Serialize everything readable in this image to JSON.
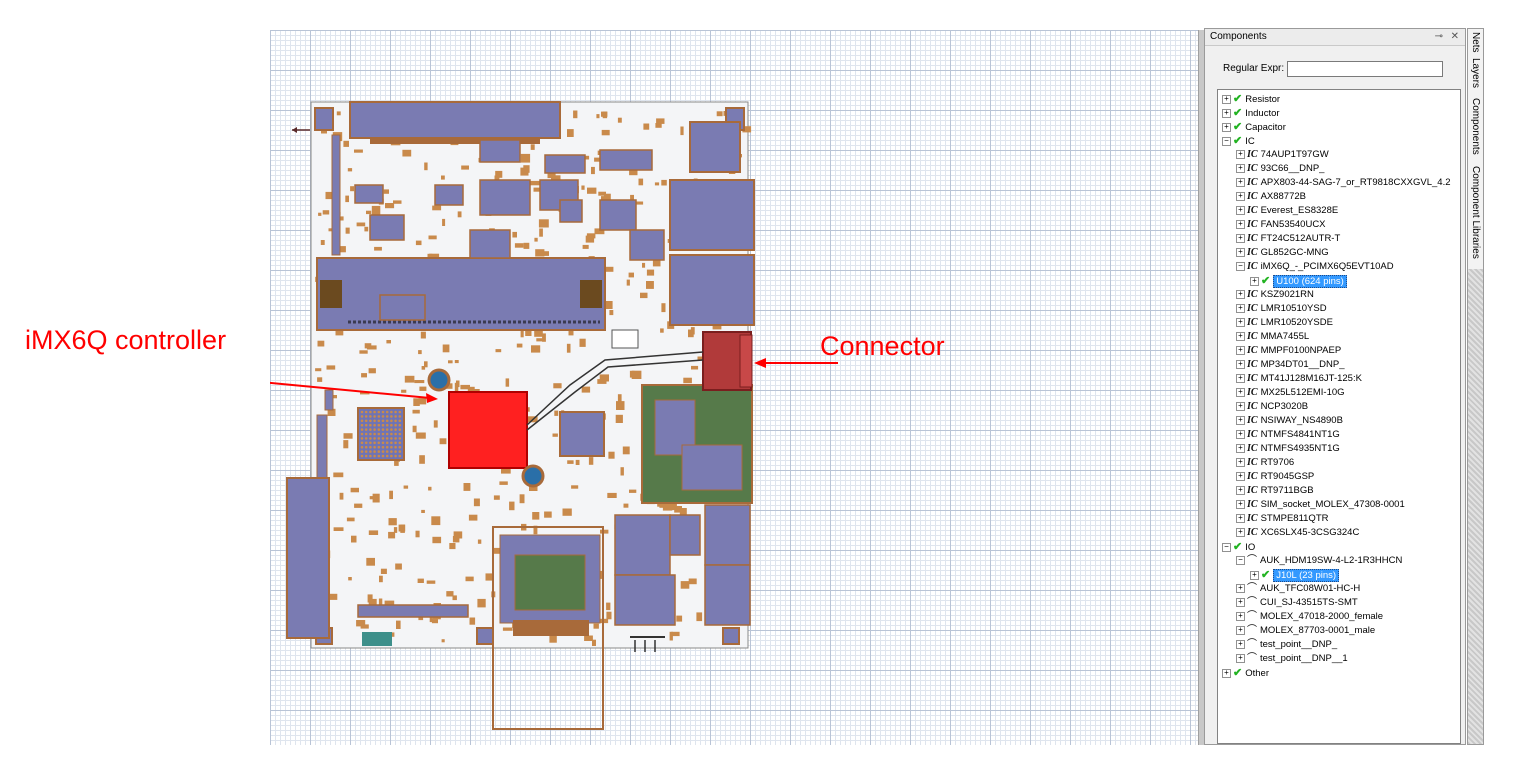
{
  "annotations": {
    "controller": "iMX6Q controller",
    "connector": "Connector"
  },
  "panel": {
    "title": "Components",
    "pin_icon": "pin-icon",
    "close_icon": "close-icon",
    "regex_label": "Regular Expr:",
    "regex_value": ""
  },
  "tree": {
    "categories": {
      "resistor": "Resistor",
      "inductor": "Inductor",
      "capacitor": "Capacitor",
      "ic": "IC",
      "io": "IO",
      "other": "Other"
    },
    "ic_items": [
      "74AUP1T97GW",
      "93C66__DNP_",
      "APX803-44-SAG-7_or_RT9818CXXGVL_4.2",
      "AX88772B",
      "Everest_ES8328E",
      "FAN53540UCX",
      "FT24C512AUTR-T",
      "GL852GC-MNG",
      "iMX6Q_-_PCIMX6Q5EVT10AD",
      "KSZ9021RN",
      "LMR10510YSD",
      "LMR10520YSDE",
      "MMA7455L",
      "MMPF0100NPAEP",
      "MP34DT01__DNP_",
      "MT41J128M16JT-125:K",
      "MX25L512EMI-10G",
      "NCP3020B",
      "NSIWAY_NS4890B",
      "NTMFS4841NT1G",
      "NTMFS4935NT1G",
      "RT9706",
      "RT9045GSP",
      "RT9711BGB",
      "SIM_socket_MOLEX_47308-0001",
      "STMPE811QTR",
      "XC6SLX45-3CSG324C"
    ],
    "imx_child": "U100 (624 pins)",
    "io_items": [
      "AUK_HDM19SW-4-L2-1R3HHCN",
      "AUK_TFC08W01-HC-H",
      "CUI_SJ-43515TS-SMT",
      "MOLEX_47018-2000_female",
      "MOLEX_87703-0001_male",
      "test_point__DNP_",
      "test_point__DNP__1"
    ],
    "hdm_child": "J10L (23 pins)"
  },
  "side_tabs": [
    "Nets",
    "Layers",
    "Components",
    "Component Libraries"
  ],
  "colors": {
    "board_bg": "#f4f5f7",
    "pad": "#c98a4b",
    "component_fill": "#7a7bb2",
    "component_outline": "#a86a3a",
    "highlight_controller": "#ff0000",
    "highlight_connector": "#b13a3a",
    "annotation": "#ff0000",
    "selection": "#3399ff",
    "checkmark": "#22b322"
  }
}
